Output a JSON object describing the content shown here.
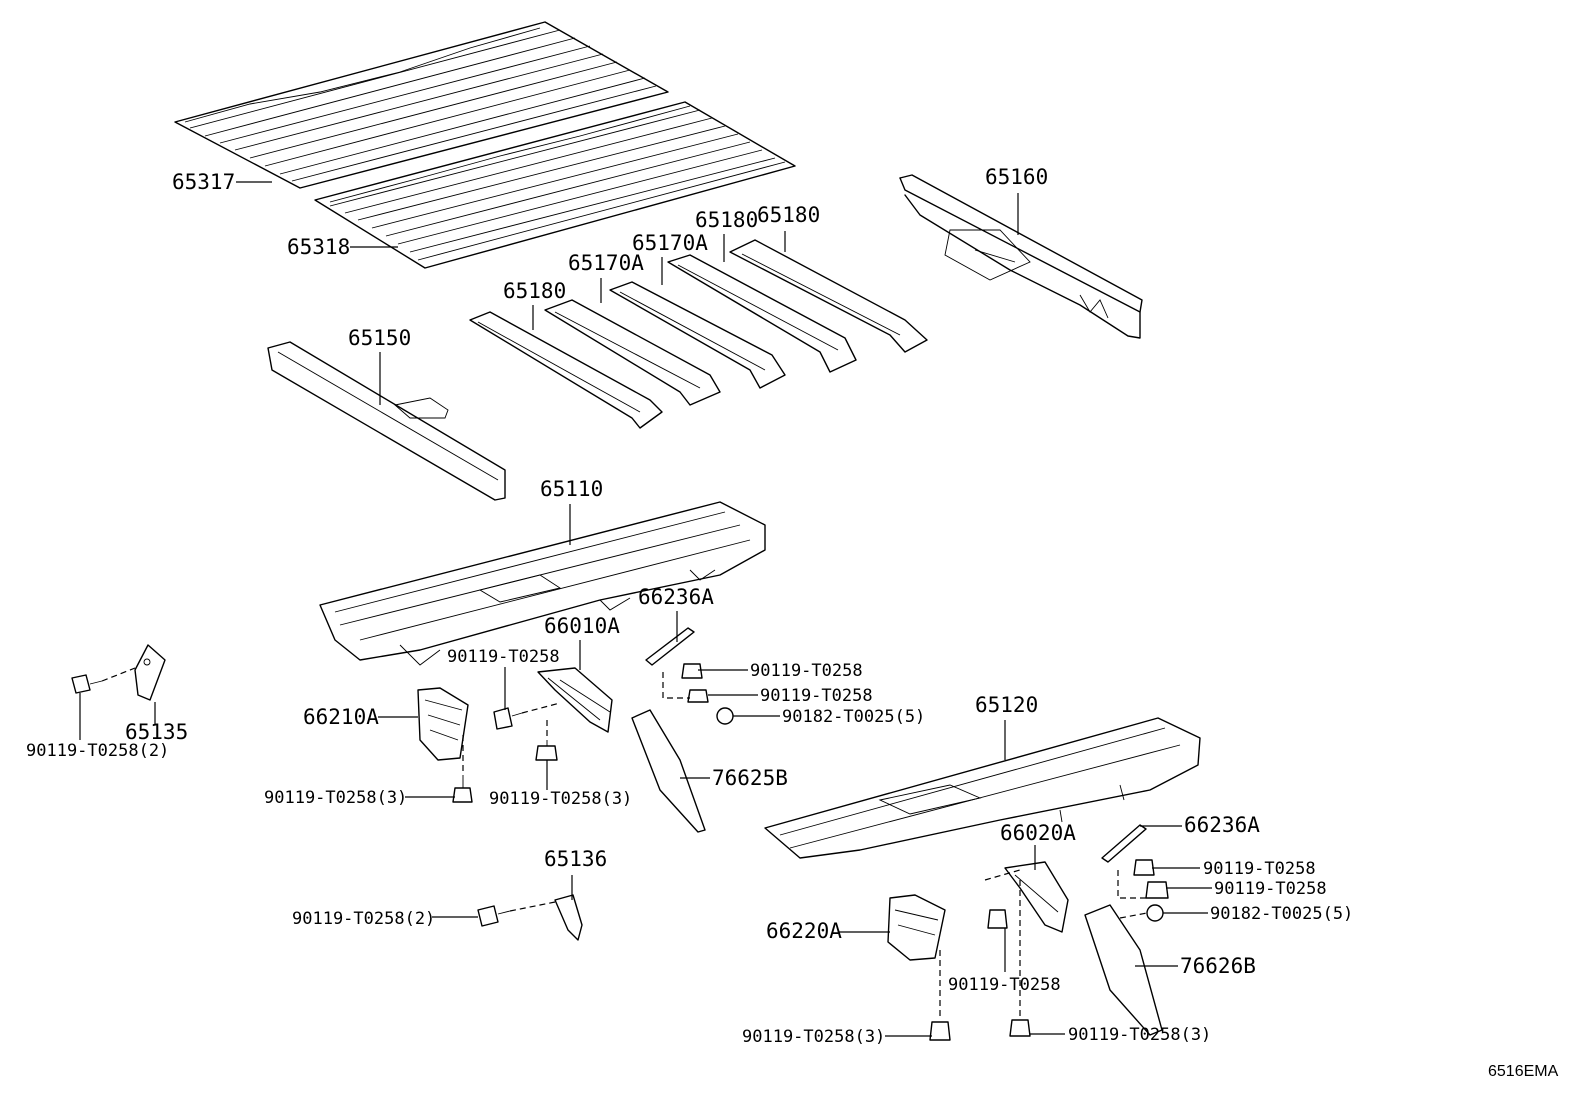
{
  "diagram_code": "6516EMA",
  "callouts": {
    "c65317": "65317",
    "c65318": "65318",
    "c65160": "65160",
    "c65180_a": "65180",
    "c65180_b": "65180",
    "c65180_c": "65180",
    "c65170A_a": "65170A",
    "c65170A_b": "65170A",
    "c65150": "65150",
    "c65110": "65110",
    "c66236A_a": "66236A",
    "c66010A": "66010A",
    "c90119_a": "90119-T0258",
    "c90119_b": "90119-T0258",
    "c90119_c": "90119-T0258",
    "c90182_a": "90182-T0025(5)",
    "c66210A": "66210A",
    "c90119_2_a": "90119-T0258(2)",
    "c65135": "65135",
    "c90119_3_a": "90119-T0258(3)",
    "c90119_3_b": "90119-T0258(3)",
    "c76625B": "76625B",
    "c65120": "65120",
    "c66020A": "66020A",
    "c66236A_b": "66236A",
    "c90119_d": "90119-T0258",
    "c90119_e": "90119-T0258",
    "c90182_b": "90182-T0025(5)",
    "c65136": "65136",
    "c90119_2_b": "90119-T0258(2)",
    "c66220A": "66220A",
    "c90119_f": "90119-T0258",
    "c76626B": "76626B",
    "c90119_3_c": "90119-T0258(3)",
    "c90119_3_d": "90119-T0258(3)"
  }
}
